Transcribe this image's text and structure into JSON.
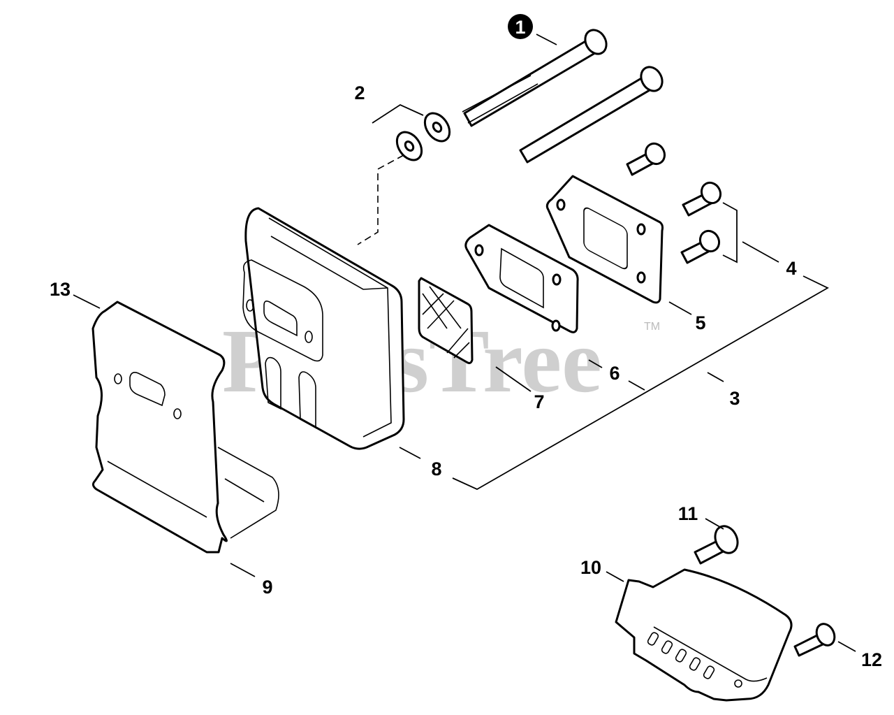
{
  "diagram": {
    "title": "Muffler assembly exploded parts diagram",
    "watermark": "PartsTree",
    "trademark": "TM",
    "callouts": [
      {
        "id": "1",
        "part": "Bolt (long)",
        "highlighted": true
      },
      {
        "id": "2",
        "part": "Washers"
      },
      {
        "id": "3",
        "part": "Muffler assembly bracket"
      },
      {
        "id": "4",
        "part": "Bolts (short)"
      },
      {
        "id": "5",
        "part": "Exhaust flange plate"
      },
      {
        "id": "6",
        "part": "Gasket"
      },
      {
        "id": "7",
        "part": "Spark arrestor screen"
      },
      {
        "id": "8",
        "part": "Muffler body"
      },
      {
        "id": "9",
        "part": "Heat shield (lower)"
      },
      {
        "id": "10",
        "part": "Muffler cover"
      },
      {
        "id": "11",
        "part": "Cover bolt"
      },
      {
        "id": "12",
        "part": "Cover screw"
      },
      {
        "id": "13",
        "part": "Heat shield plate"
      }
    ]
  }
}
